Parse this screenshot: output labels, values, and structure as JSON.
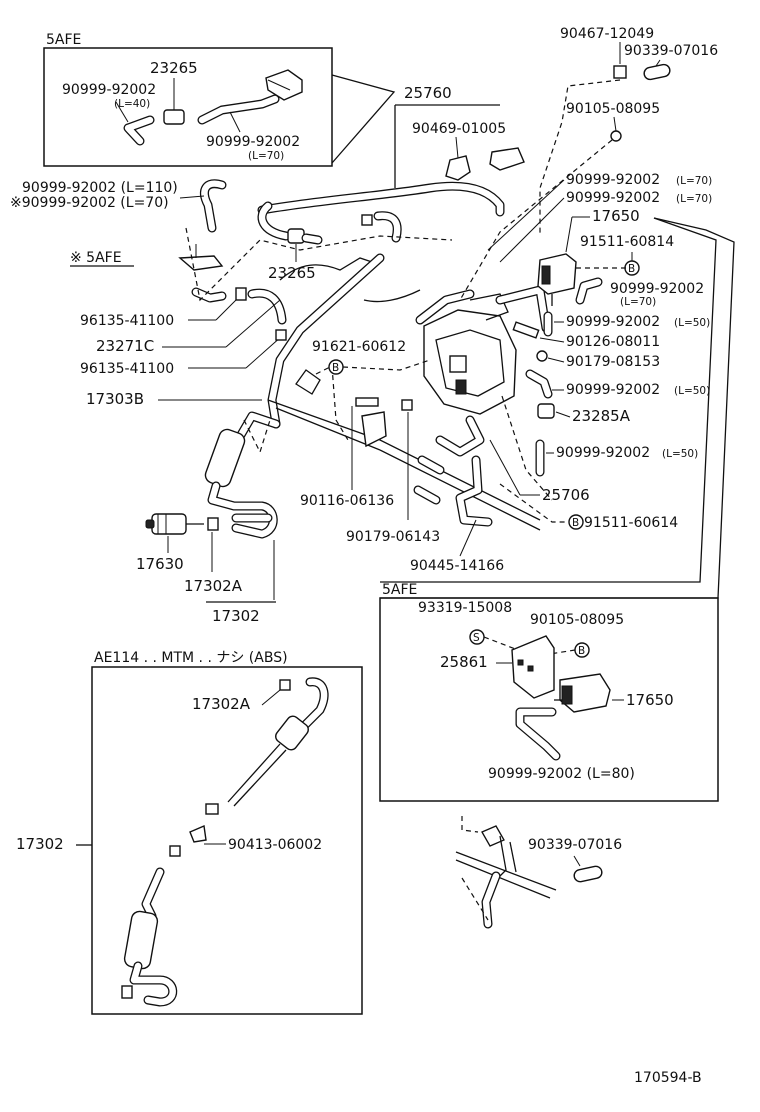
{
  "diagram_id": "170594-B",
  "sections": {
    "top_left_variant": "5AFE",
    "star_variant": "※ 5AFE",
    "right_variant": "5AFE",
    "bottom_variant": "AE114 . . MTM . . ナシ (ABS)"
  },
  "part_labels": {
    "p_23265_top": "23265",
    "p_90999_l40": "90999-92002",
    "l40": "(L=40)",
    "p_90999_l70_box": "90999-92002",
    "l70_box": "(L=70)",
    "p_25760": "25760",
    "p_90999_l110": "90999-92002 (L=110)",
    "p_90999_l70_star": "※90999-92002 (L=70)",
    "p_23265_mid": "23265",
    "p_96135_a": "96135-41100",
    "p_23271c": "23271C",
    "p_96135_b": "96135-41100",
    "p_17303b": "17303B",
    "p_91621": "91621-60612",
    "p_90116": "90116-06136",
    "p_90179_a": "90179-06143",
    "p_90445": "90445-14166",
    "p_17630": "17630",
    "p_17302a": "17302A",
    "p_17302": "17302",
    "p_90467": "90467-12049",
    "p_90339_top": "90339-07016",
    "p_90105_top": "90105-08095",
    "p_90469": "90469-01005",
    "p_90999_r1": "90999-92002",
    "l70_r1": "(L=70)",
    "p_90999_r2": "90999-92002",
    "l70_r2": "(L=70)",
    "p_17650_top": "17650",
    "p_91511_a": "91511-60814",
    "p_90999_r3": "90999-92002",
    "l70_r3": "(L=70)",
    "p_90999_r4": "90999-92002",
    "l50_r4": "(L=50)",
    "p_90126": "90126-08011",
    "p_90179_b": "90179-08153",
    "p_90999_r5": "90999-92002",
    "l50_r5": "(L=50)",
    "p_23285a": "23285A",
    "p_90999_r6": "90999-92002",
    "l50_r6": "(L=50)",
    "p_25706": "25706",
    "p_91511_b": "91511-60614",
    "p_93319": "93319-15008",
    "p_90105_box": "90105-08095",
    "p_25861": "25861",
    "p_17650_box": "17650",
    "p_90999_l80": "90999-92002 (L=80)",
    "p_17302a_bottom": "17302A",
    "p_17302_bottom": "17302",
    "p_90413": "90413-06002",
    "p_90339_bottom": "90339-07016"
  },
  "symbols": {
    "bolt_marker": "B",
    "screw_marker": "S"
  }
}
